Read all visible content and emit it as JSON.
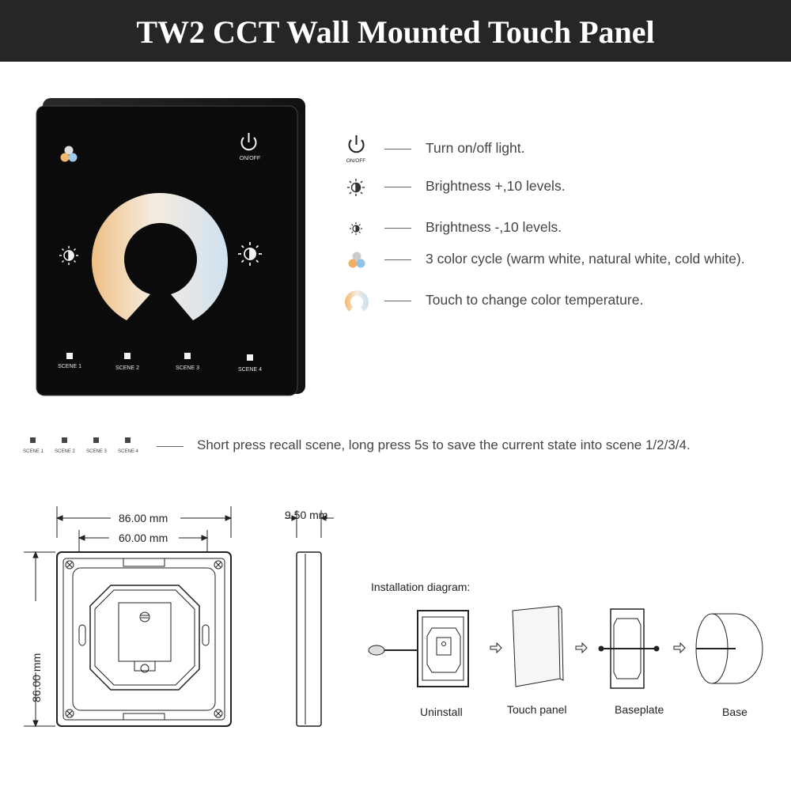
{
  "title": "TW2 CCT Wall Mounted Touch Panel",
  "panel": {
    "onoff_label": "ON/OFF",
    "scenes": [
      "SCENE 1",
      "SCENE 2",
      "SCENE 3",
      "SCENE 4"
    ]
  },
  "legend": [
    {
      "icon": "power-icon",
      "icon_label": "ON/OFF",
      "text": "Turn on/off  light."
    },
    {
      "icon": "brightness-up-icon",
      "text": "Brightness +,10 levels."
    },
    {
      "icon": "brightness-down-icon",
      "text": "Brightness -,10 levels."
    },
    {
      "icon": "color-cycle-icon",
      "text": "3 color cycle (warm white, natural white, cold white)."
    },
    {
      "icon": "color-ring-icon",
      "text": "Touch to change color temperature."
    }
  ],
  "scene_note": {
    "labels": [
      "SCENE 1",
      "SCENE 2",
      "SCENE 3",
      "SCENE 4"
    ],
    "text": "Short press recall scene, long press 5s to save the current state into scene 1/2/3/4."
  },
  "dimensions": {
    "outer_width": "86.00 mm",
    "inner_width": "60.00 mm",
    "height": "86.00 mm",
    "depth": "9.50 mm"
  },
  "installation": {
    "title": "Installation diagram:",
    "steps": [
      "Uninstall",
      "Touch panel",
      "Baseplate",
      "Base"
    ]
  },
  "colors": {
    "title_bar": "#262626",
    "panel": "#0d0d0d",
    "warm": "#f0c890",
    "cold": "#d6e6f2"
  }
}
